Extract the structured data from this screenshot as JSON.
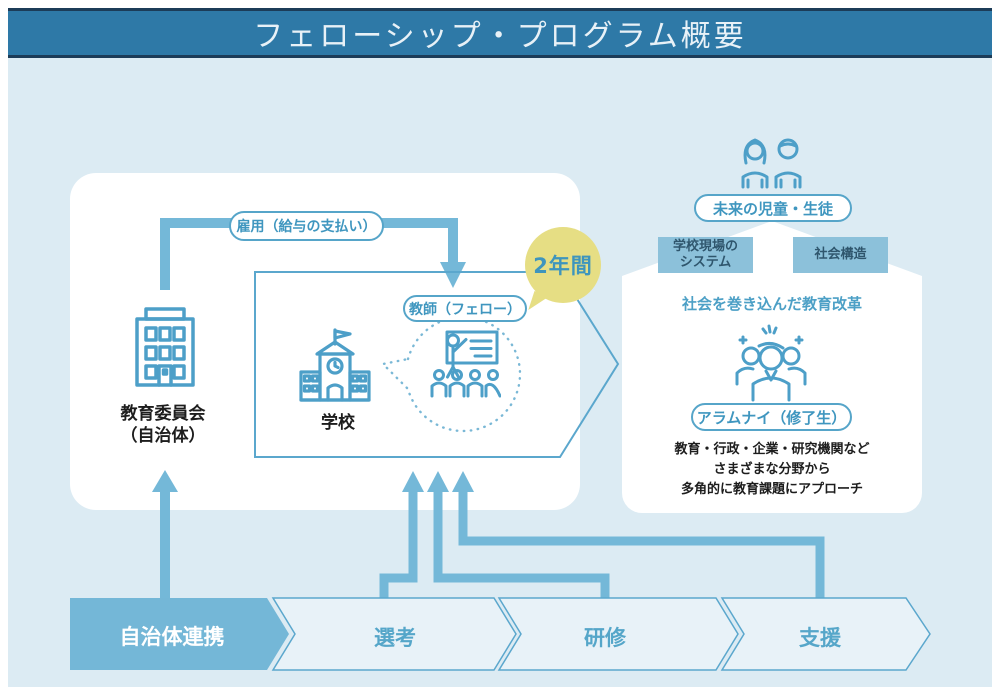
{
  "header": {
    "title": "フェローシップ・プログラム概要"
  },
  "left_card": {
    "employment_label": "雇用（給与の支払い）",
    "board_label_line1": "教育委員会",
    "board_label_line2": "（自治体）",
    "school_label": "学校",
    "teacher_label": "教師（フェロー）",
    "duration_label": "2年間"
  },
  "right_card": {
    "future_label": "未来の児童・生徒",
    "box1_line1": "学校現場の",
    "box1_line2": "システム",
    "box2_label": "社会構造",
    "reform_heading": "社会を巻き込んだ教育改革",
    "alumni_label": "アラムナイ（修了生）",
    "desc_line1": "教育・行政・企業・研究機関など",
    "desc_line2": "さまざまな分野から",
    "desc_line3": "多角的に教育課題にアプローチ"
  },
  "process": {
    "steps": [
      {
        "label": "自治体連携",
        "active": true
      },
      {
        "label": "選考",
        "active": false
      },
      {
        "label": "研修",
        "active": false
      },
      {
        "label": "支援",
        "active": false
      }
    ]
  },
  "icons": {
    "building": "building-icon",
    "school": "school-icon",
    "teacher": "teacher-whiteboard-icon",
    "children": "children-icon",
    "alumni": "alumni-group-icon"
  },
  "colors": {
    "header_bar": "#2e79a7",
    "header_border": "#1c3c58",
    "background": "#dcebf3",
    "card": "#ffffff",
    "line_blue": "#74b8d8",
    "icon_stroke": "#4d9fc8",
    "pill_border": "#56a5c9",
    "pill_text": "#3f96bf",
    "bubble_yellow": "#e6de84",
    "bubble_text": "#3e95bd",
    "blue_box_fill": "#8cc1da",
    "blue_box_text": "#2f566d",
    "step_active_fill": "#74b7d7",
    "step_fill": "#e8f2f8",
    "step_border": "#5ba7cd",
    "step_text": "#55a6c9",
    "text_black": "#1d1d1d"
  }
}
